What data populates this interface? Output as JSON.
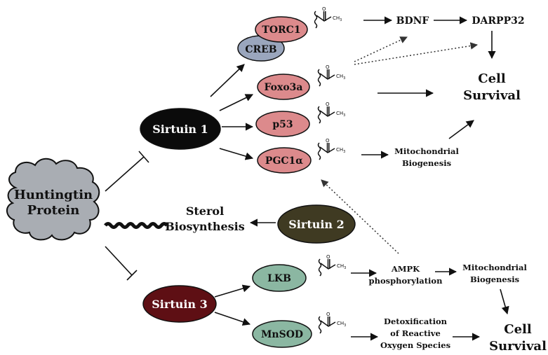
{
  "nodes": {
    "huntingtin_line1": "Huntingtin",
    "huntingtin_line2": "Protein",
    "sirtuin1": "Sirtuin 1",
    "sirtuin2": "Sirtuin 2",
    "sirtuin3": "Sirtuin 3",
    "torc1": "TORC1",
    "creb": "CREB",
    "foxo3a": "Foxo3a",
    "p53": "p53",
    "pgc1a": "PGC1α",
    "lkb": "LKB",
    "mnsod": "MnSOD"
  },
  "labels": {
    "bdnf": "BDNF",
    "darpp32": "DARPP32",
    "cell_survival_top_1": "Cell",
    "cell_survival_top_2": "Survival",
    "mito_top_1": "Mitochondrial",
    "mito_top_2": "Biogenesis",
    "sterol_1": "Sterol",
    "sterol_2": "Biosynthesis",
    "ampk_1": "AMPK",
    "ampk_2": "phosphorylation",
    "mito_bottom_1": "Mitochondrial",
    "mito_bottom_2": "Biogenesis",
    "detox_1": "Detoxification",
    "detox_2": "of Reactive",
    "detox_3": "Oxygen Species",
    "cell_survival_bottom_1": "Cell",
    "cell_survival_bottom_2": "Survival"
  },
  "acetyl": {
    "o": "O",
    "ch3": "CH",
    "sub": "3"
  },
  "colors": {
    "huntingtin_fill": "#a9adb3",
    "sirtuin1_fill": "#0b0b0b",
    "sirtuin2_fill": "#3f3a22",
    "sirtuin3_fill": "#5e0f14",
    "sirtuin1_target_fill": "#dc8a8c",
    "creb_fill": "#9aa6bd",
    "sirtuin3_target_fill": "#8bb7a2"
  }
}
